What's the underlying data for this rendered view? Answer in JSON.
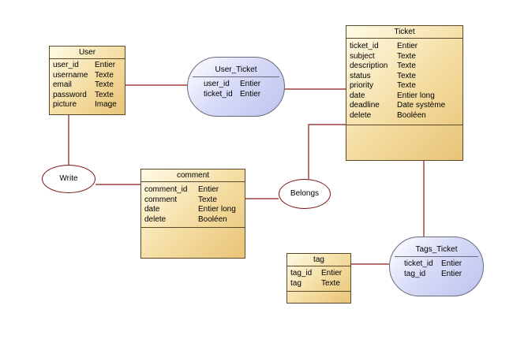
{
  "entities": {
    "user": {
      "name": "User",
      "attrs": [
        {
          "name": "user_id",
          "type": "Entier"
        },
        {
          "name": "username",
          "type": "Texte"
        },
        {
          "name": "email",
          "type": "Texte"
        },
        {
          "name": "password",
          "type": "Texte"
        },
        {
          "name": "picture",
          "type": "Image"
        }
      ]
    },
    "ticket": {
      "name": "Ticket",
      "attrs": [
        {
          "name": "ticket_id",
          "type": "Entier"
        },
        {
          "name": "subject",
          "type": "Texte"
        },
        {
          "name": "description",
          "type": "Texte"
        },
        {
          "name": "status",
          "type": "Texte"
        },
        {
          "name": "priority",
          "type": "Texte"
        },
        {
          "name": "date",
          "type": "Entier long"
        },
        {
          "name": "deadline",
          "type": "Date système"
        },
        {
          "name": "delete",
          "type": "Booléen"
        }
      ]
    },
    "comment": {
      "name": "comment",
      "attrs": [
        {
          "name": "comment_id",
          "type": "Entier"
        },
        {
          "name": "comment",
          "type": "Texte"
        },
        {
          "name": "date",
          "type": "Entier long"
        },
        {
          "name": "delete",
          "type": "Booléen"
        }
      ]
    },
    "tag": {
      "name": "tag",
      "attrs": [
        {
          "name": "tag_id",
          "type": "Entier"
        },
        {
          "name": "tag",
          "type": "Texte"
        }
      ]
    }
  },
  "relations": {
    "user_ticket": {
      "name": "User_Ticket",
      "attrs": [
        {
          "name": "user_id",
          "type": "Entier"
        },
        {
          "name": "ticket_id",
          "type": "Entier"
        }
      ]
    },
    "tags_ticket": {
      "name": "Tags_Ticket",
      "attrs": [
        {
          "name": "ticket_id",
          "type": "Entier"
        },
        {
          "name": "tag_id",
          "type": "Entier"
        }
      ]
    }
  },
  "verbs": {
    "write": "Write",
    "belongs": "Belongs"
  },
  "colors": {
    "entity_border": "#5a4a2a",
    "entity_fill": "#f4dca0",
    "relation_fill": "#c8cef2",
    "link": "#8b1a1a"
  }
}
